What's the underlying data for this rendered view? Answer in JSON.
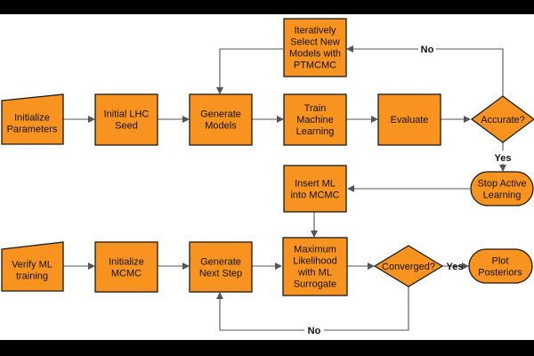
{
  "colors": {
    "node_fill": "#f7931e",
    "stroke": "#1a1a1a",
    "edge": "#555555"
  },
  "nodes": {
    "init_params": {
      "lines": [
        "Initialize",
        "Parameters"
      ]
    },
    "lhc_seed": {
      "lines": [
        "Initial LHC",
        "Seed"
      ]
    },
    "gen_models": {
      "lines": [
        "Generate",
        "Models"
      ]
    },
    "train_ml": {
      "lines": [
        "Train",
        "Machine",
        "Learning"
      ]
    },
    "evaluate": {
      "lines": [
        "Evaluate"
      ]
    },
    "accurate": {
      "lines": [
        "Accurate?"
      ]
    },
    "select_ptmcmc": {
      "lines": [
        "Iteratively",
        "Select New",
        "Models with",
        "PTMCMC"
      ]
    },
    "stop_active": {
      "lines": [
        "Stop Active",
        "Learning"
      ]
    },
    "insert_ml": {
      "lines": [
        "Insert ML",
        "into MCMC"
      ]
    },
    "verify_ml": {
      "lines": [
        "Verify ML",
        "training"
      ]
    },
    "init_mcmc": {
      "lines": [
        "Initialize",
        "MCMC"
      ]
    },
    "gen_step": {
      "lines": [
        "Generate",
        "Next Step"
      ]
    },
    "max_like": {
      "lines": [
        "Maximum",
        "Likelihood",
        "with ML",
        "Surrogate"
      ]
    },
    "converged": {
      "lines": [
        "Converged?"
      ]
    },
    "plot_post": {
      "lines": [
        "Plot",
        "Posteriors"
      ]
    }
  },
  "edge_labels": {
    "accurate_no": "No",
    "accurate_yes": "Yes",
    "converged_yes": "Yes",
    "converged_no": "No"
  }
}
